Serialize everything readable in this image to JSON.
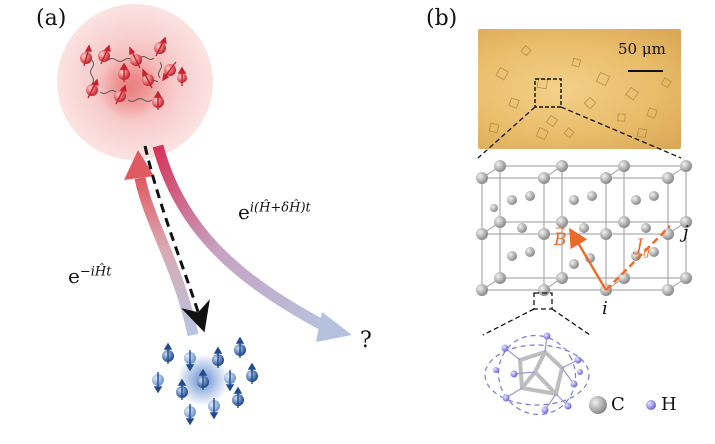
{
  "panel_a": {
    "label": "(a)",
    "forward_operator": "e^{i(Ĥ+δĤ)t}",
    "forward_base": "e",
    "forward_exp": "i(Ĥ+δĤ)t",
    "backward_base": "e",
    "backward_exp": "−iĤt",
    "question_mark": "?"
  },
  "panel_b": {
    "label": "(b)",
    "scale_bar": "50 μm",
    "vector_label": "B",
    "coupling_label": "J",
    "coupling_sub": "ij",
    "site_i": "i",
    "site_j": "j",
    "legend": [
      {
        "label": "C",
        "color": "#cfcfcf"
      },
      {
        "label": "H",
        "color": "#8a84e0"
      }
    ]
  },
  "colors": {
    "red_spin": "#d8343a",
    "blue_spin": "#27508f",
    "orange_vector": "#e96a2a",
    "arrow_red": "#d93a55",
    "arrow_blue": "#a9b6d6"
  }
}
